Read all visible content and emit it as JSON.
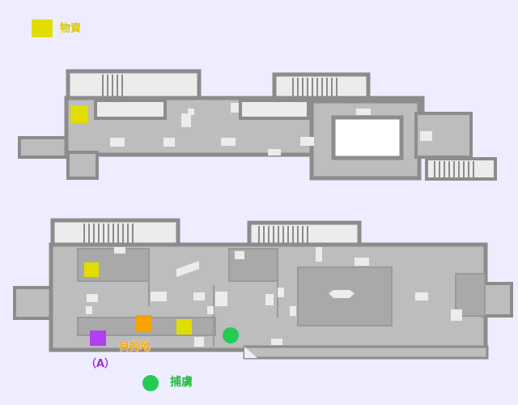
{
  "colors": {
    "background": "#eeedff",
    "wall": "#8c8c8c",
    "floor": "#bdbdbd",
    "floor_dark": "#a9a9a9",
    "block": "#ececec",
    "supplies": "#e0dd00",
    "goal": "#f5a300",
    "point_a": "#b040f0",
    "captive": "#22cc55"
  },
  "legend": {
    "supplies_label": "物資",
    "captive_label": "捕虜"
  },
  "labels": {
    "goal": "目的地",
    "point_a": "（A）"
  }
}
